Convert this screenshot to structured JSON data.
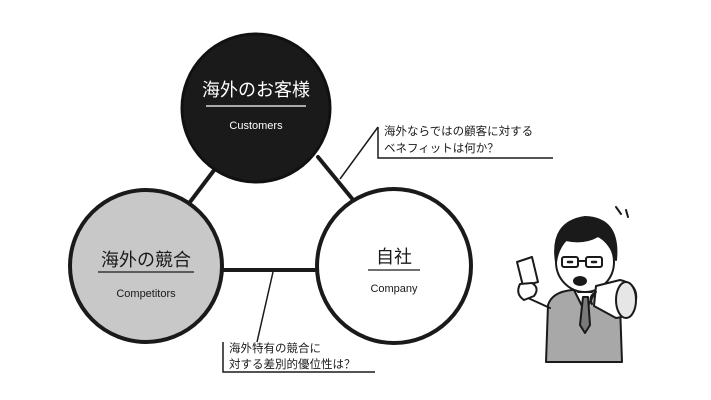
{
  "diagram": {
    "nodes": {
      "customers": {
        "title": "海外のお客様",
        "subtitle": "Customers",
        "fill": "#1a1a1a",
        "text_color": "#ffffff"
      },
      "competitors": {
        "title": "海外の競合",
        "subtitle": "Competitors",
        "fill": "#c8c8c8",
        "text_color": "#1a1a1a"
      },
      "company": {
        "title": "自社",
        "subtitle": "Company",
        "fill": "#ffffff",
        "text_color": "#1a1a1a"
      }
    },
    "callouts": {
      "customer_benefit": {
        "lines": [
          "海外ならではの顧客に対する",
          "ベネフィットは何か？"
        ]
      },
      "competitive_advantage": {
        "lines": [
          "海外特有の競合に",
          "対する差別的優位性は？"
        ]
      }
    },
    "illustration": {
      "icon": "businessman-with-megaphone-icon"
    }
  }
}
